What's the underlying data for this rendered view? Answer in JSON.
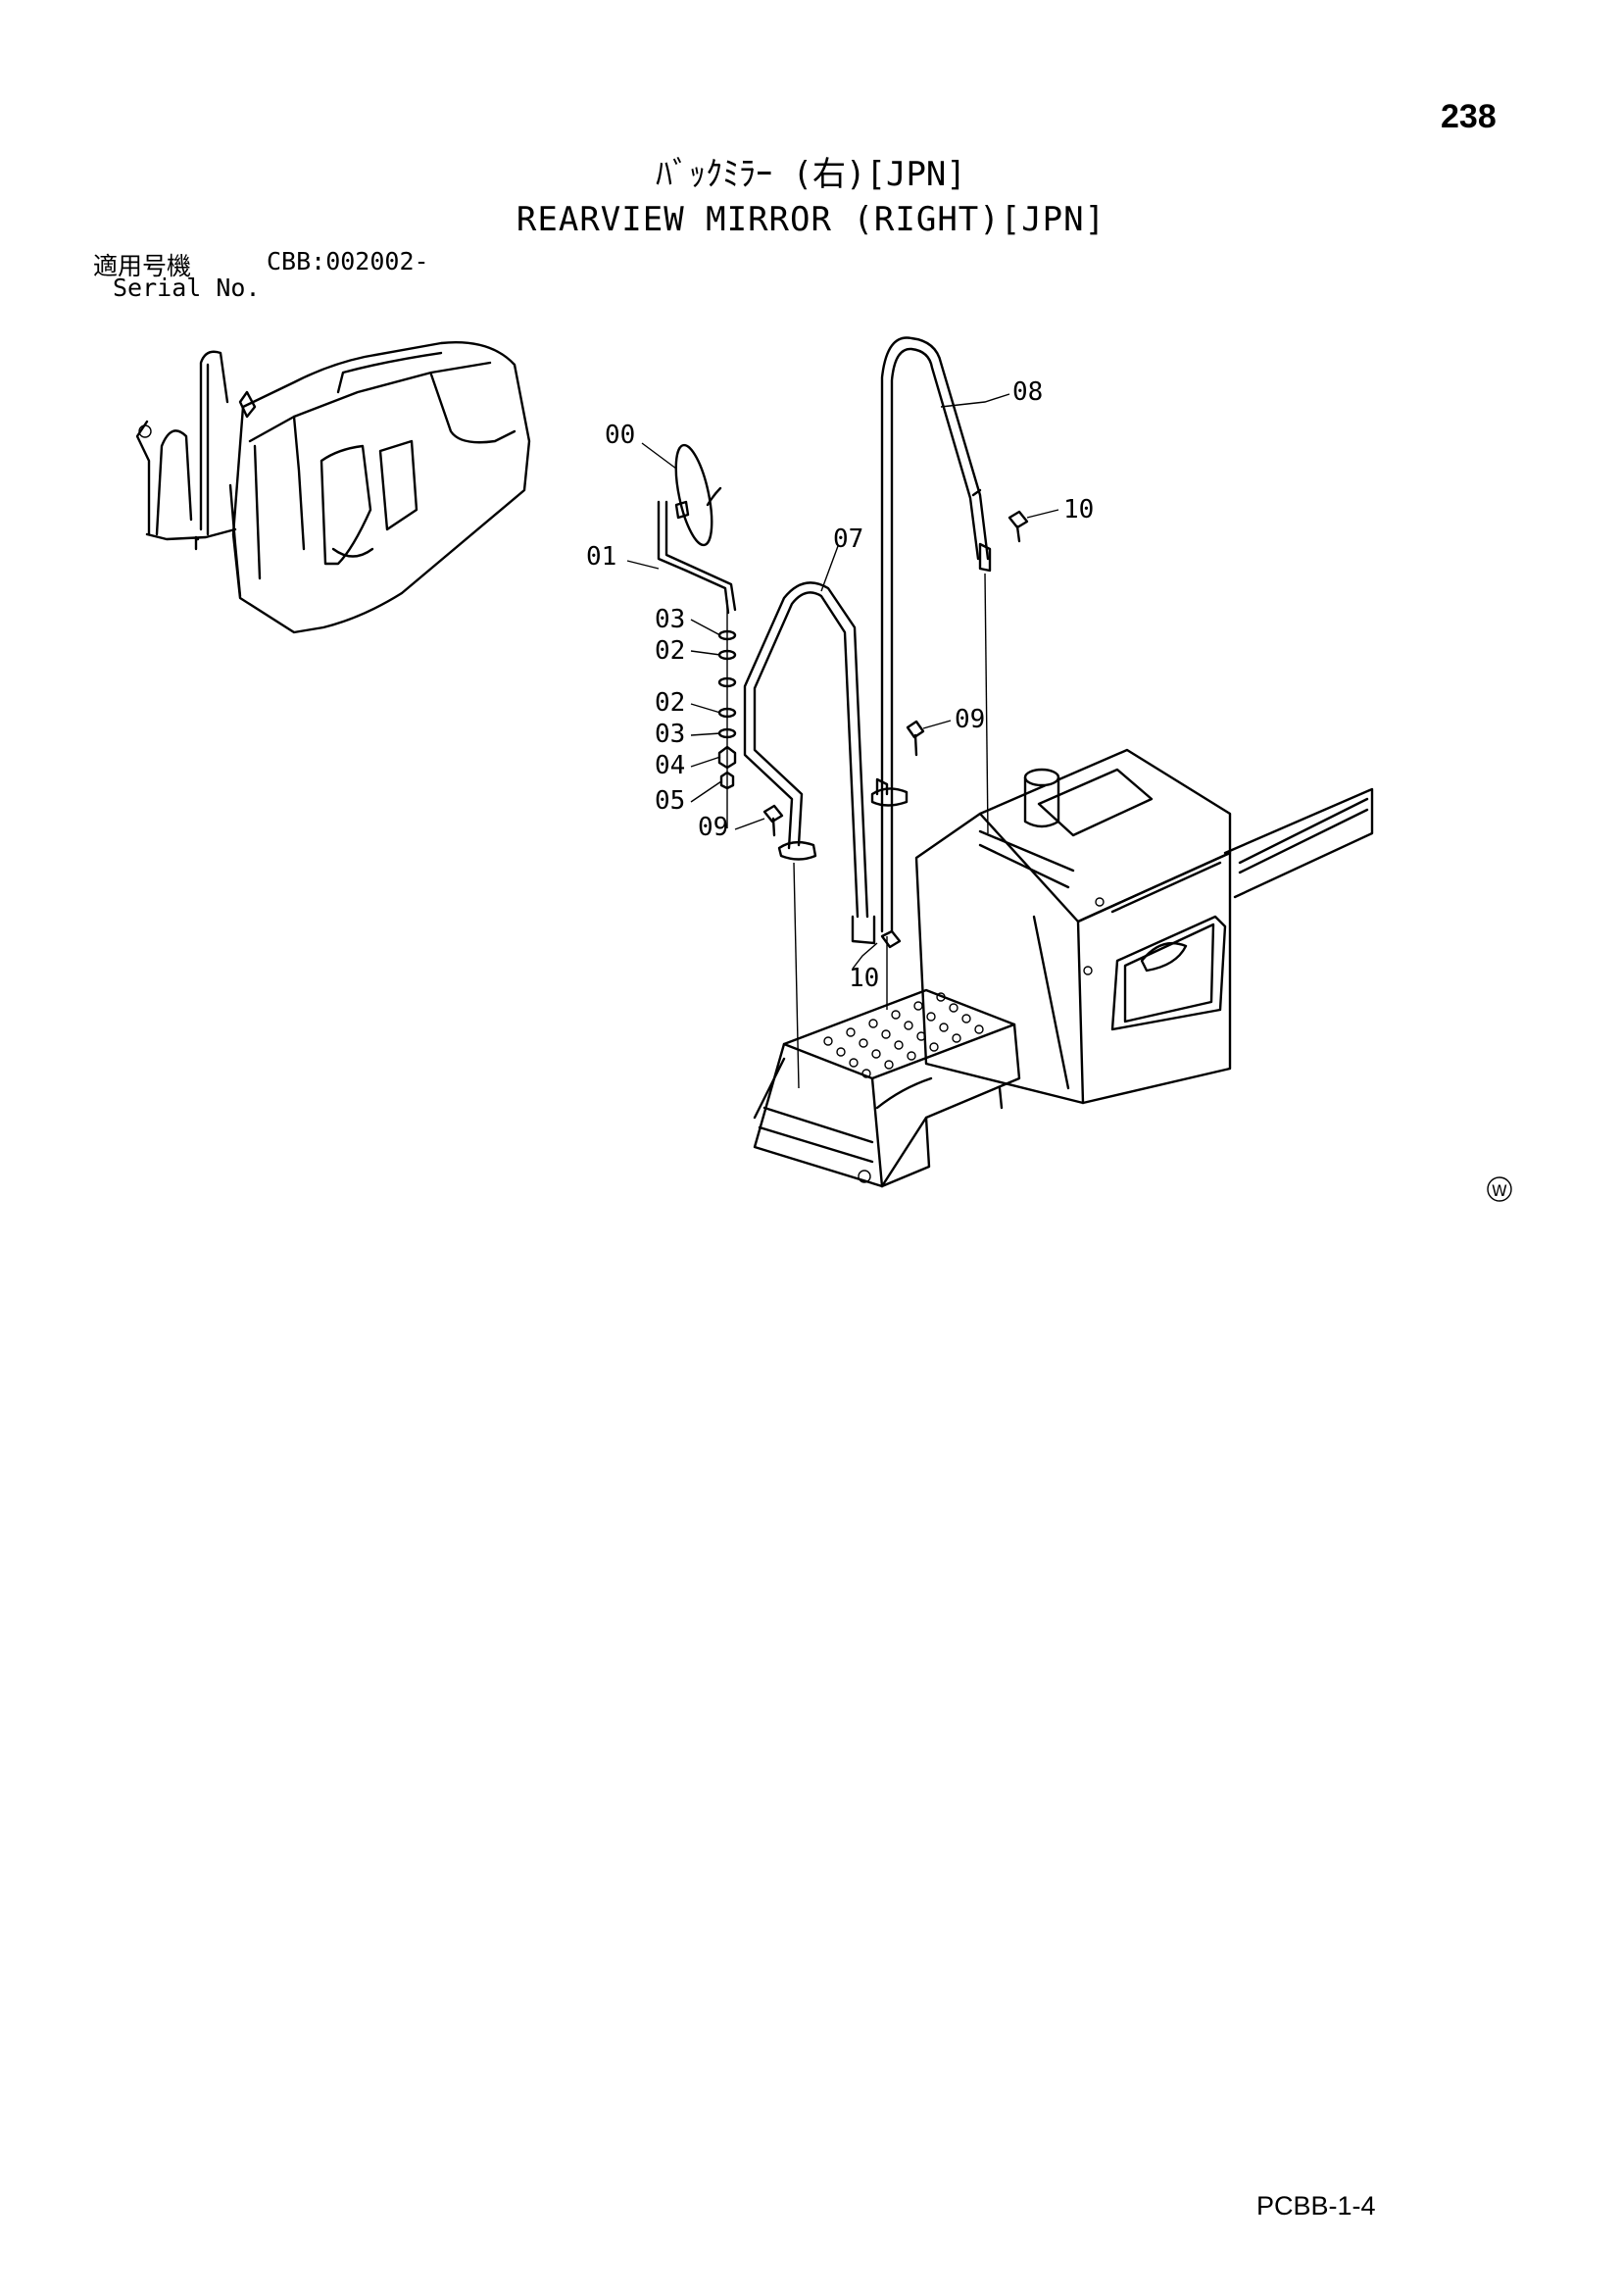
{
  "page": {
    "number": "238",
    "title_jp": "ﾊﾞｯｸﾐﾗｰ (右)[JPN]",
    "title_en": "REARVIEW MIRROR (RIGHT)[JPN]",
    "serial_label_jp": "適用号機",
    "serial_value": "CBB:002002-",
    "serial_label_en": "Serial No.",
    "footer_code": "PCBB-1-4",
    "corner_mark": "W"
  },
  "callouts": [
    {
      "id": "c00",
      "label": "00"
    },
    {
      "id": "c01",
      "label": "01"
    },
    {
      "id": "c03a",
      "label": "03"
    },
    {
      "id": "c02a",
      "label": "02"
    },
    {
      "id": "c02b",
      "label": "02"
    },
    {
      "id": "c03b",
      "label": "03"
    },
    {
      "id": "c04",
      "label": "04"
    },
    {
      "id": "c05",
      "label": "05"
    },
    {
      "id": "c09a",
      "label": "09"
    },
    {
      "id": "c07",
      "label": "07"
    },
    {
      "id": "c08",
      "label": "08"
    },
    {
      "id": "c10a",
      "label": "10"
    },
    {
      "id": "c09b",
      "label": "09"
    },
    {
      "id": "c10b",
      "label": "10"
    }
  ]
}
